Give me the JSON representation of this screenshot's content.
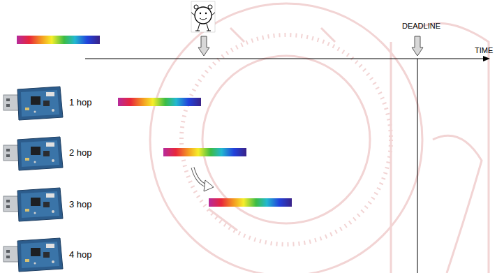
{
  "diagram": {
    "labels": [
      "DEADLINE",
      "TIME",
      "1 hop",
      "2 hop",
      "3 hop",
      "4 hop"
    ]
  }
}
